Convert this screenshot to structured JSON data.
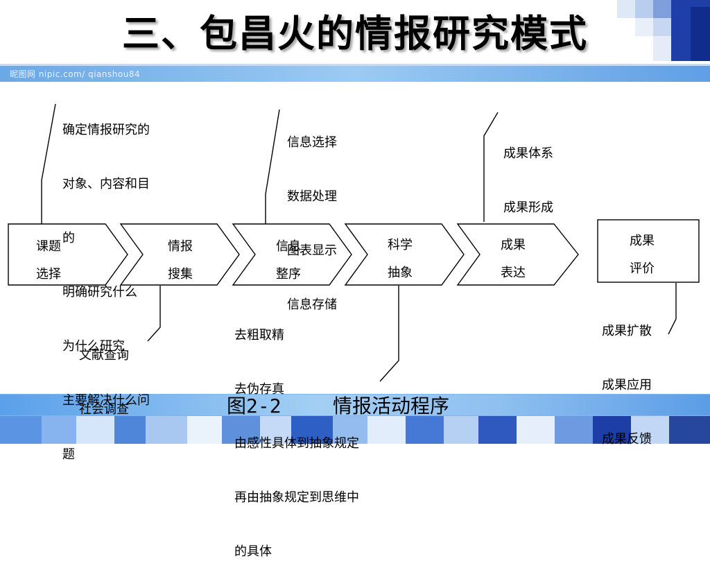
{
  "title": "三、包昌火的情报研究模式",
  "watermark": "昵图网 nipic.com/ qianshou84",
  "caption": {
    "figure": "图2-2",
    "text": "情报活动程序"
  },
  "steps": [
    {
      "line1": "课题",
      "line2": "选择"
    },
    {
      "line1": "情报",
      "line2": "搜集"
    },
    {
      "line1": "信息",
      "line2": "整序"
    },
    {
      "line1": "科学",
      "line2": "抽象"
    },
    {
      "line1": "成果",
      "line2": "表达"
    },
    {
      "line1": "成果",
      "line2": "评价"
    }
  ],
  "notes": {
    "topic_selection": [
      "确定情报研究的",
      "对象、内容和目",
      "的",
      "明确研究什么",
      "为什么研究",
      "主要解决什么问",
      "题"
    ],
    "info_ordering": [
      "信息选择",
      "数据处理",
      "图表显示",
      "信息存储"
    ],
    "result_expression": [
      "成果体系",
      "成果形成"
    ],
    "collection": [
      "文献查询",
      "社会调查"
    ],
    "abstraction": [
      "去粗取精",
      "去伪存真",
      "由感性具体到抽象规定",
      "再由抽象规定到思维中",
      "的具体"
    ],
    "evaluation": [
      "成果扩散",
      "成果应用",
      "成果反馈"
    ]
  }
}
